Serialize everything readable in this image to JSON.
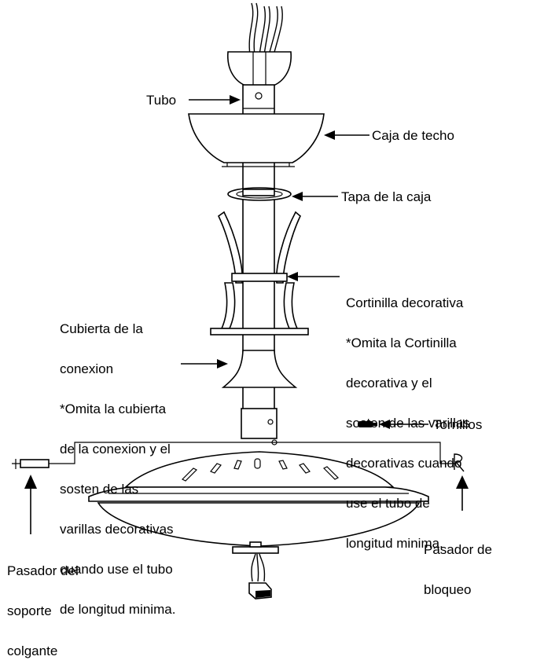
{
  "labels": {
    "tubo": "Tubo",
    "caja_de_techo": "Caja de techo",
    "tapa_de_la_caja": "Tapa de la caja",
    "cortinilla": [
      "Cortinilla decorativa",
      "*Omita la Cortinilla",
      "decorativa y el",
      "sosten de las varillas",
      "decorativas cuando",
      "use el tubo de",
      "longitud minima."
    ],
    "cubierta": [
      "Cubierta de la",
      "conexion",
      "*Omita la cubierta",
      "de la conexion y el",
      "sosten de las",
      "varillas decorativas",
      "cuando use el tubo",
      "de longitud minima."
    ],
    "tornillos": "Tornillos",
    "pasador_soporte": [
      "Pasador del",
      "soporte",
      "colgante"
    ],
    "pasador_bloqueo": [
      "Pasador de",
      "bloqueo"
    ]
  },
  "colors": {
    "line": "#000000",
    "background": "#ffffff"
  }
}
